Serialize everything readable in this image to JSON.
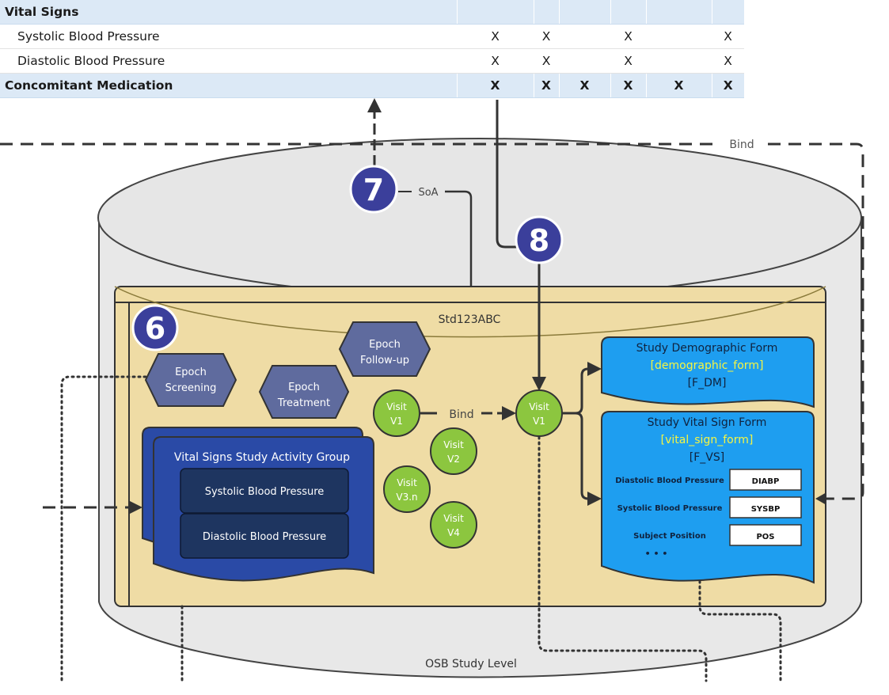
{
  "soa_table": {
    "rows": [
      {
        "type": "group",
        "name": "Vital Signs",
        "cells": [
          "",
          "",
          "",
          "",
          "",
          ""
        ]
      },
      {
        "type": "item",
        "name": "Systolic Blood Pressure",
        "cells": [
          "X",
          "X",
          "",
          "X",
          "",
          "X"
        ]
      },
      {
        "type": "item",
        "name": "Diastolic Blood Pressure",
        "cells": [
          "X",
          "X",
          "",
          "X",
          "",
          "X"
        ]
      },
      {
        "type": "group",
        "name": "Concomitant Medication",
        "cells": [
          "X",
          "X",
          "X",
          "X",
          "X",
          "X"
        ]
      }
    ]
  },
  "diagram": {
    "bind_top_label": "Bind",
    "soa_label": "SoA",
    "badges": {
      "six": "6",
      "seven": "7",
      "eight": "8"
    },
    "container_title": "Std123ABC",
    "cylinder_label": "OSB Study Level",
    "epochs": {
      "screening": [
        "Epoch",
        "Screening"
      ],
      "treatment": [
        "Epoch",
        "Treatment"
      ],
      "followup": [
        "Epoch",
        "Follow-up"
      ]
    },
    "visits": {
      "v1_left": [
        "Visit",
        "V1"
      ],
      "v2": [
        "Visit",
        "V2"
      ],
      "v3n": [
        "Visit",
        "V3.n"
      ],
      "v4": [
        "Visit",
        "V4"
      ],
      "v1_right": [
        "Visit",
        "V1"
      ]
    },
    "bind_mid_label": "Bind",
    "activity_group": {
      "title": "Vital Signs Study Activity Group",
      "items": [
        "Systolic Blood Pressure",
        "Diastolic Blood Pressure"
      ]
    },
    "demographic_form": {
      "title": "Study Demographic Form",
      "code": "[demographic_form]",
      "short": "[F_DM]"
    },
    "vital_form": {
      "title": "Study Vital Sign Form",
      "code": "[vital_sign_form]",
      "short": "[F_VS]",
      "fields": [
        {
          "label": "Diastolic Blood Pressure",
          "value": "DIABP"
        },
        {
          "label": "Systolic Blood Pressure",
          "value": "SYSBP"
        },
        {
          "label": "Subject Position",
          "value": "POS"
        }
      ],
      "ellipsis": "• • •"
    },
    "colors": {
      "badge": "#3b3f9b",
      "epoch": "#5f6b9e",
      "visit": "#8cc63f",
      "form": "#1e9ef0",
      "form_code": "#f5f542",
      "activity": "#2a4aa6",
      "activity_item": "#1e3560",
      "container": "#efdca5",
      "cylinder": "#e8e8e8"
    }
  }
}
